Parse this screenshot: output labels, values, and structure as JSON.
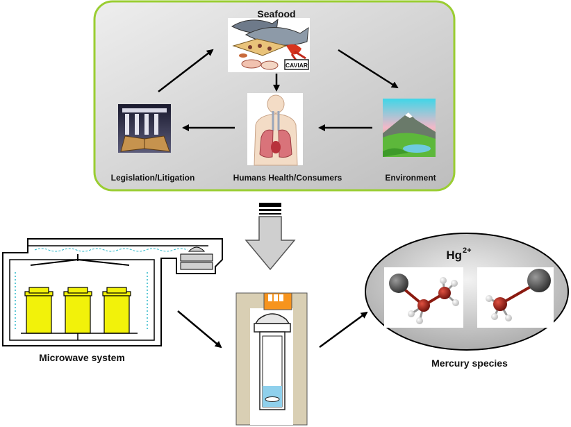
{
  "top_panel": {
    "seafood_label": "Seafood",
    "legislation_label": "Legislation/Litigation",
    "humans_label": "Humans Health/Consumers",
    "environment_label": "Environment",
    "caviar_label": "CAVIAR",
    "panel_border_color": "#9acd32"
  },
  "bottom": {
    "microwave_label": "Microwave system",
    "mercury_label": "Mercury species",
    "hg_label": "Hg",
    "hg_charge": "2+"
  },
  "icons": {
    "seafood": "seafood-collage-icon",
    "legislation": "courthouse-and-book-icon",
    "humans": "human-respiratory-anatomy-icon",
    "environment": "landscape-mountain-lake-icon",
    "big_arrow": "down-block-arrow-icon",
    "microwave": "microwave-digestion-system-icon",
    "vessel": "sample-vessel-cutaway-icon",
    "molecules": "organomercury-molecule-icon"
  }
}
